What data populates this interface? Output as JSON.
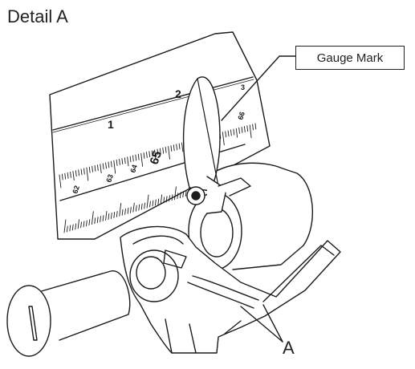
{
  "figure": {
    "title": "Detail A",
    "callout_label": "Gauge Mark",
    "reference_letter": "A",
    "scale": {
      "upper_row_labels": [
        "1",
        "2",
        "3"
      ],
      "lower_row_labels": [
        "62",
        "63",
        "64",
        "65",
        "66"
      ]
    }
  }
}
